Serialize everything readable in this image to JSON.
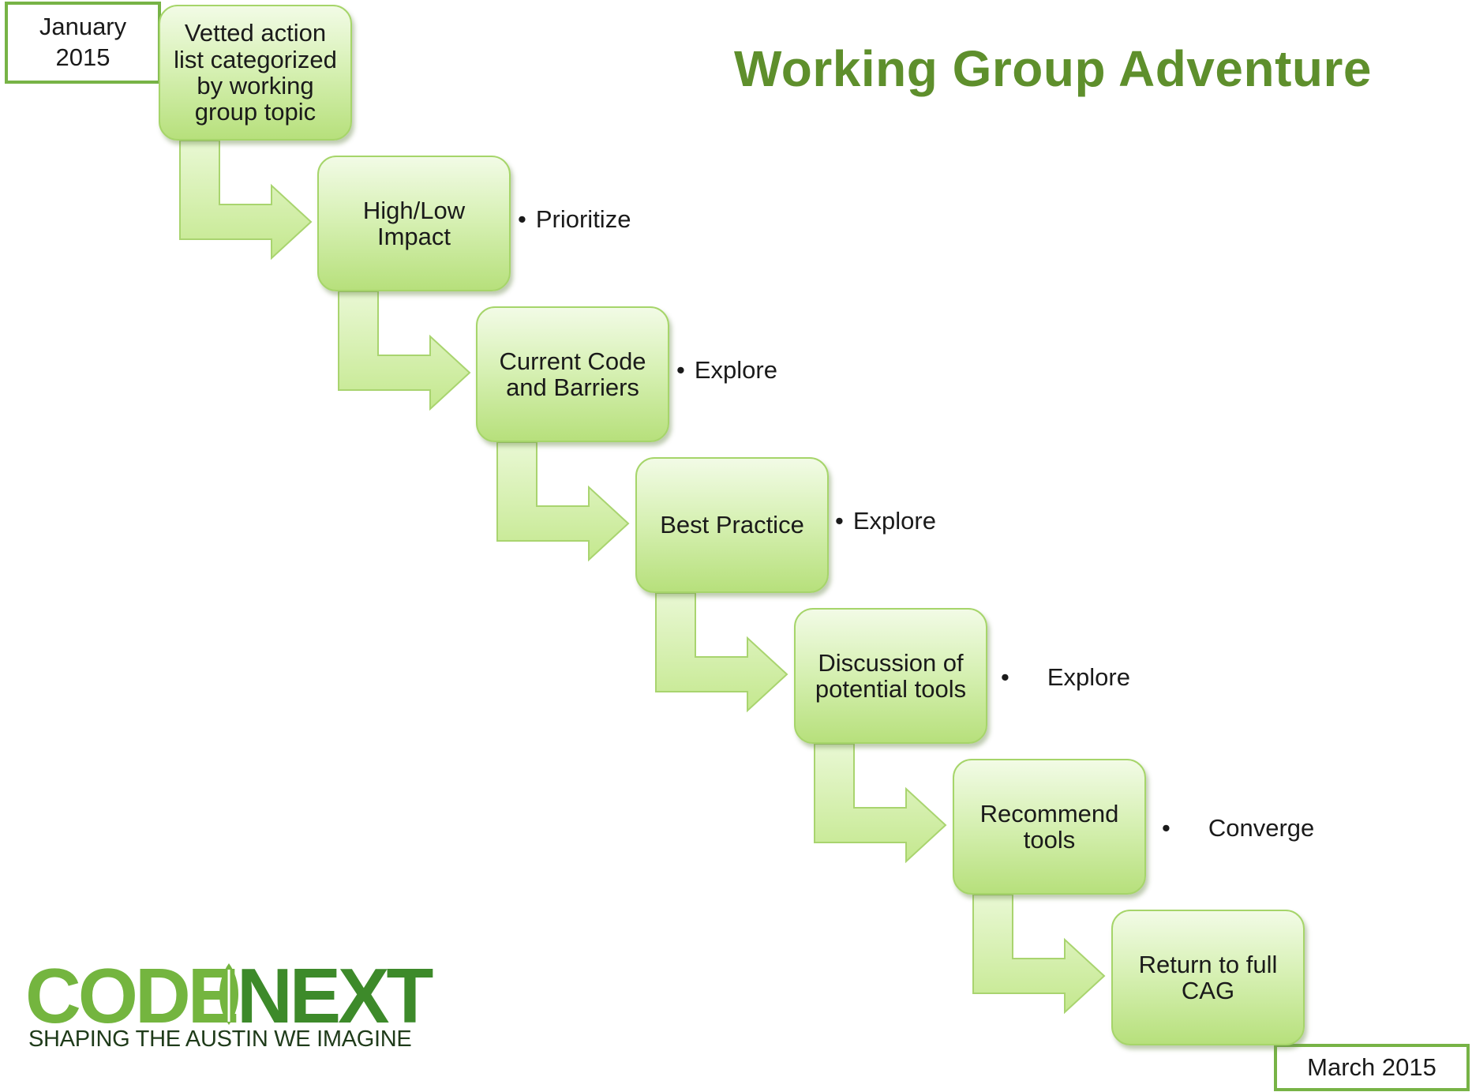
{
  "title": "Working Group Adventure",
  "start_date": "January 2015",
  "end_date": "March 2015",
  "steps": [
    {
      "label": "Vetted action list categorized by working group topic",
      "note": ""
    },
    {
      "label": "High/Low Impact",
      "note": "Prioritize"
    },
    {
      "label": "Current Code and Barriers",
      "note": "Explore"
    },
    {
      "label": "Best Practice",
      "note": "Explore"
    },
    {
      "label": "Discussion of potential tools",
      "note": "Explore"
    },
    {
      "label": "Recommend tools",
      "note": "Converge"
    },
    {
      "label": "Return to full CAG",
      "note": ""
    }
  ],
  "bullet_char": "•",
  "logo": {
    "name_part1": "CODE",
    "name_part2": "NEXT",
    "tagline": "SHAPING THE AUSTIN WE IMAGINE"
  },
  "colors": {
    "title": "#5e8f2c",
    "box_border": "#77b346",
    "step_fill_light": "#f2fbe6",
    "step_fill_dark": "#b7e07c",
    "logo_light": "#74b53f",
    "logo_dark": "#3d8a2a"
  }
}
